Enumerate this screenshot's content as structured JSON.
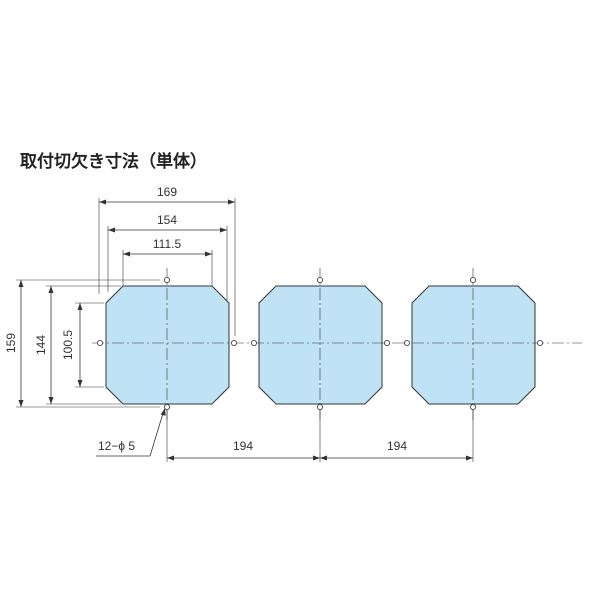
{
  "title": "取付切欠き寸法（単体）",
  "colors": {
    "cutout_fill": "#bfe3f4",
    "line": "#333333"
  },
  "dimensions": {
    "width_169": "169",
    "width_154": "154",
    "width_111_5": "111.5",
    "height_159": "159",
    "height_144": "144",
    "height_100_5": "100.5",
    "pitch_1": "194",
    "pitch_2": "194",
    "holes_note": "12−ϕ 5"
  }
}
